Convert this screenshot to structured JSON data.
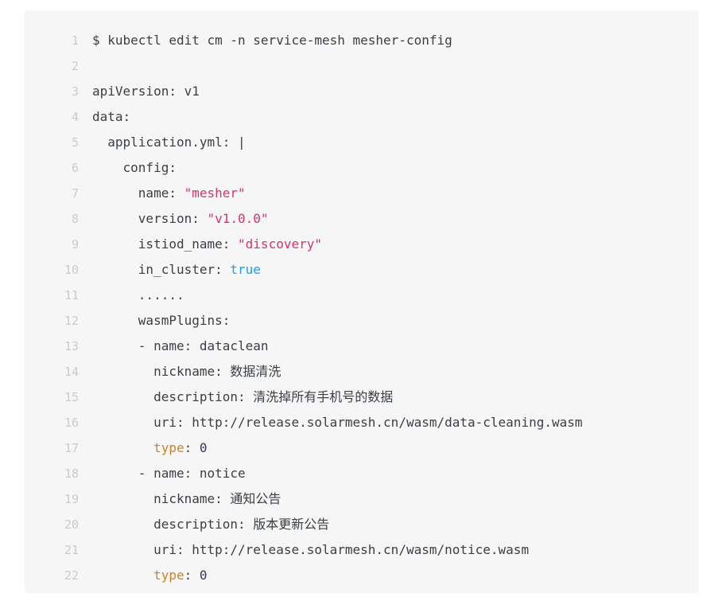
{
  "code_block": {
    "language": "yaml",
    "background_color": "#f6f6f7",
    "gutter_color": "#c8ccd0",
    "text_color": "#3b4045",
    "palette": {
      "string": "#d6336c",
      "boolean": "#1e9bf0",
      "highlight_key": "#c5862b",
      "number": "#2b3a55",
      "plain": "#3b4045"
    },
    "lines": [
      {
        "number": "1",
        "tokens": [
          {
            "text": "$ kubectl edit cm -n service-mesh mesher-config",
            "type": "plain"
          }
        ]
      },
      {
        "number": "2",
        "tokens": [
          {
            "text": "",
            "type": "plain"
          }
        ]
      },
      {
        "number": "3",
        "tokens": [
          {
            "text": "apiVersion: v1",
            "type": "plain"
          }
        ]
      },
      {
        "number": "4",
        "tokens": [
          {
            "text": "data:",
            "type": "plain"
          }
        ]
      },
      {
        "number": "5",
        "tokens": [
          {
            "text": "  application.yml: |",
            "type": "plain"
          }
        ]
      },
      {
        "number": "6",
        "tokens": [
          {
            "text": "    config:",
            "type": "plain"
          }
        ]
      },
      {
        "number": "7",
        "tokens": [
          {
            "text": "      name: ",
            "type": "plain"
          },
          {
            "text": "\"mesher\"",
            "type": "string"
          }
        ]
      },
      {
        "number": "8",
        "tokens": [
          {
            "text": "      version: ",
            "type": "plain"
          },
          {
            "text": "\"v1.0.0\"",
            "type": "string"
          }
        ]
      },
      {
        "number": "9",
        "tokens": [
          {
            "text": "      istiod_name: ",
            "type": "plain"
          },
          {
            "text": "\"discovery\"",
            "type": "string"
          }
        ]
      },
      {
        "number": "10",
        "tokens": [
          {
            "text": "      in_cluster: ",
            "type": "plain"
          },
          {
            "text": "true",
            "type": "boolean"
          }
        ]
      },
      {
        "number": "11",
        "tokens": [
          {
            "text": "      ......",
            "type": "plain"
          }
        ]
      },
      {
        "number": "12",
        "tokens": [
          {
            "text": "      wasmPlugins:",
            "type": "plain"
          }
        ]
      },
      {
        "number": "13",
        "tokens": [
          {
            "text": "      - name: dataclean",
            "type": "plain"
          }
        ]
      },
      {
        "number": "14",
        "tokens": [
          {
            "text": "        nickname: 数据清洗",
            "type": "plain"
          }
        ]
      },
      {
        "number": "15",
        "tokens": [
          {
            "text": "        description: 清洗掉所有手机号的数据",
            "type": "plain"
          }
        ]
      },
      {
        "number": "16",
        "tokens": [
          {
            "text": "        uri: http://release.solarmesh.cn/wasm/data-cleaning.wasm",
            "type": "plain"
          }
        ]
      },
      {
        "number": "17",
        "tokens": [
          {
            "text": "        ",
            "type": "plain"
          },
          {
            "text": "type",
            "type": "highlight_key"
          },
          {
            "text": ": ",
            "type": "plain"
          },
          {
            "text": "0",
            "type": "number"
          }
        ]
      },
      {
        "number": "18",
        "tokens": [
          {
            "text": "      - name: notice",
            "type": "plain"
          }
        ]
      },
      {
        "number": "19",
        "tokens": [
          {
            "text": "        nickname: 通知公告",
            "type": "plain"
          }
        ]
      },
      {
        "number": "20",
        "tokens": [
          {
            "text": "        description: 版本更新公告",
            "type": "plain"
          }
        ]
      },
      {
        "number": "21",
        "tokens": [
          {
            "text": "        uri: http://release.solarmesh.cn/wasm/notice.wasm",
            "type": "plain"
          }
        ]
      },
      {
        "number": "22",
        "tokens": [
          {
            "text": "        ",
            "type": "plain"
          },
          {
            "text": "type",
            "type": "highlight_key"
          },
          {
            "text": ": ",
            "type": "plain"
          },
          {
            "text": "0",
            "type": "number"
          }
        ]
      }
    ]
  }
}
